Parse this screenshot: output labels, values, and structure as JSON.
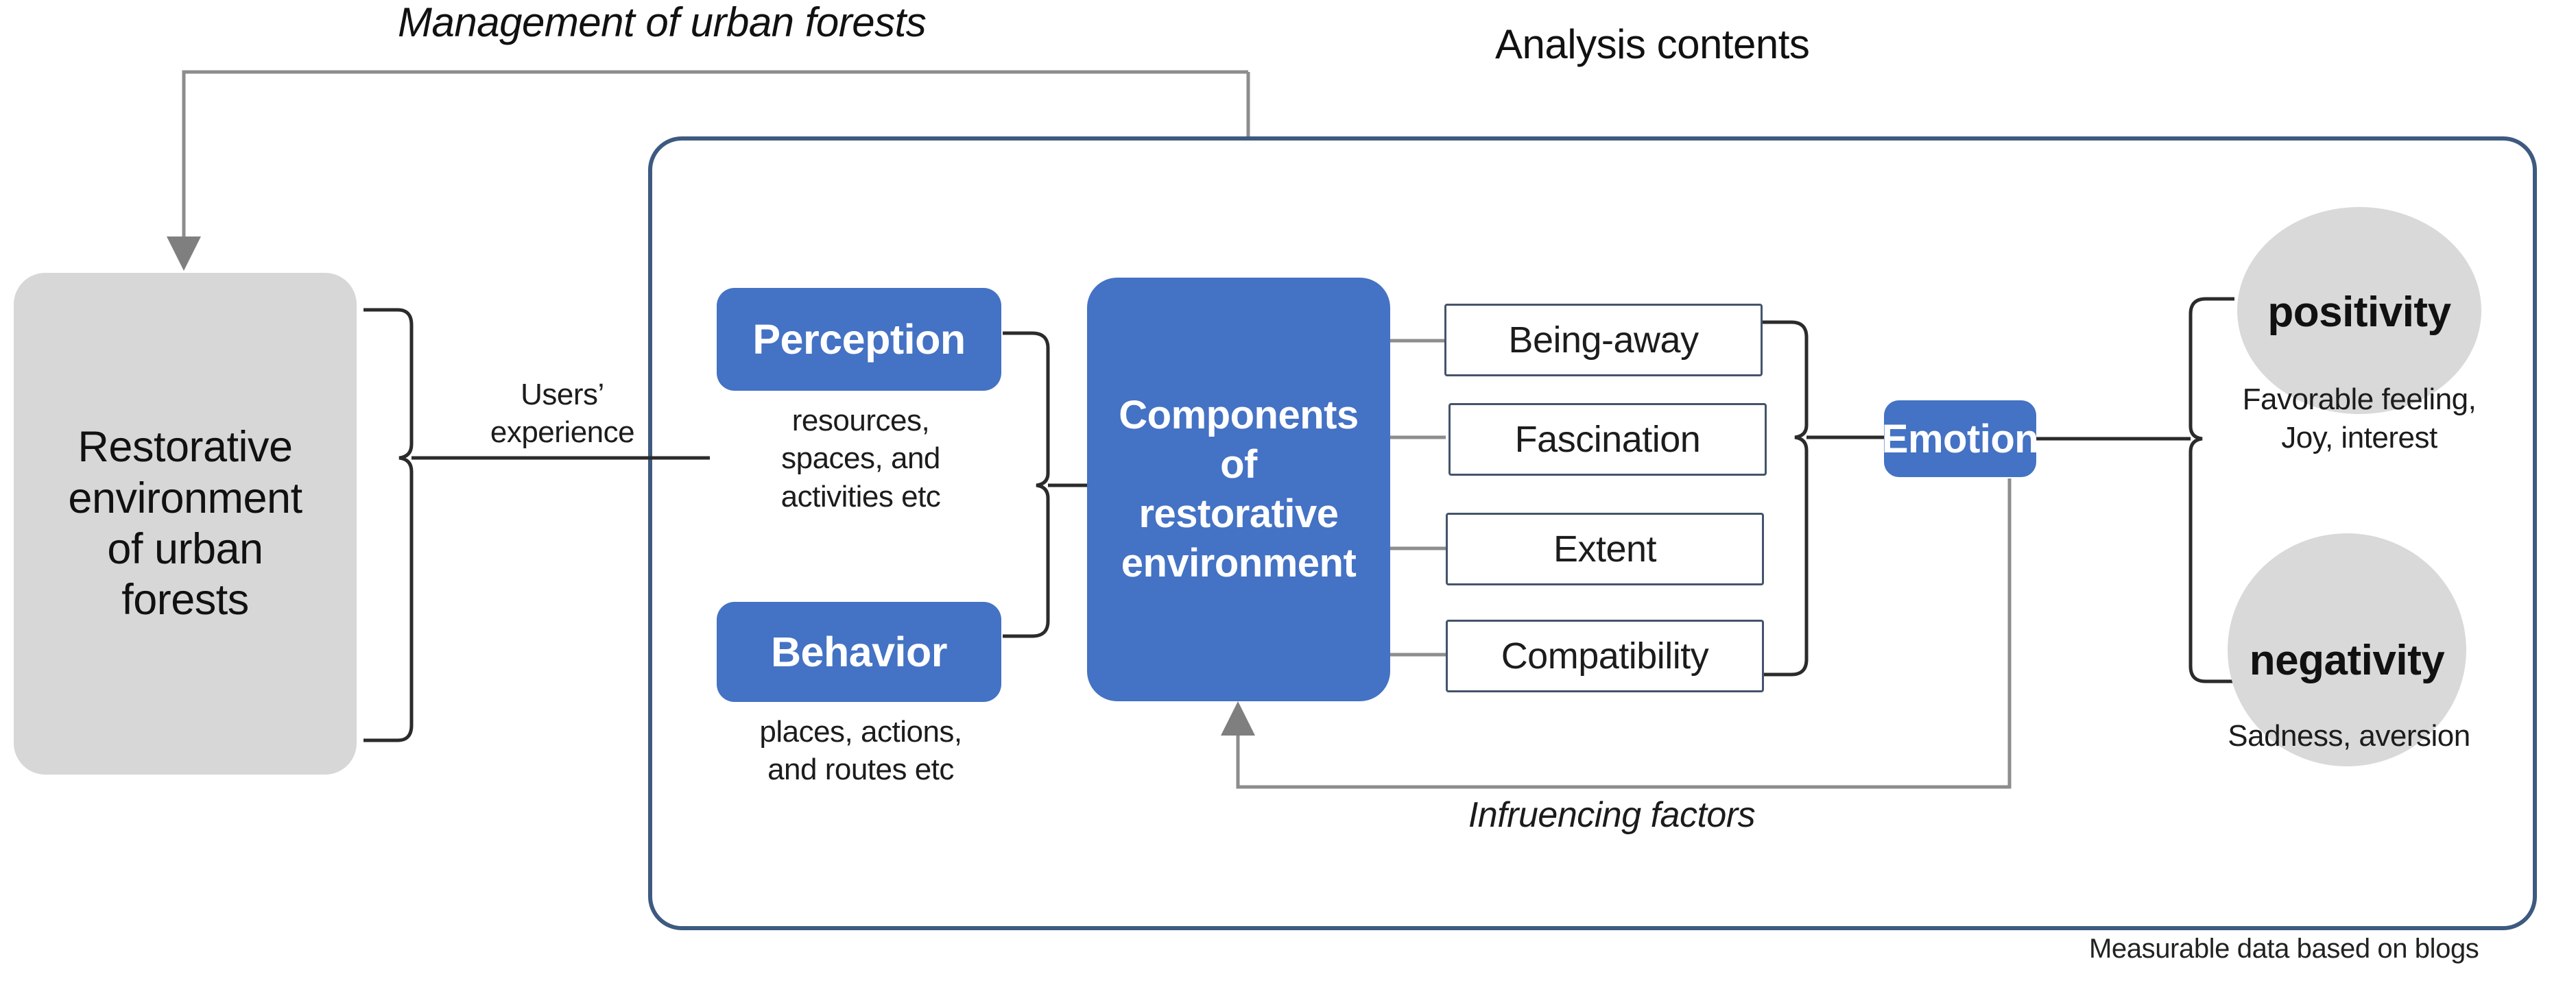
{
  "diagram": {
    "top_label": "Management of urban forests",
    "frame_title": "Analysis contents",
    "bottom_label": "Infruencing factors",
    "footnote": "Measurable data based on blogs",
    "colors": {
      "blue": "#4472c4",
      "gray_box": "#d7d7d7",
      "circle_gray": "#d9d9d9",
      "frame_border": "#3d5a80",
      "white_box_border": "#44546a"
    }
  },
  "source": {
    "label": "Restorative environment of urban forests",
    "lines": [
      "Restorative",
      "environment",
      "of urban",
      "forests"
    ]
  },
  "bridge": {
    "label": "Users' experience",
    "lines": [
      "Users’",
      "experience"
    ]
  },
  "inputs": [
    {
      "title": "Perception",
      "detail": "resources, spaces, and activities etc",
      "detail_lines": [
        "resources,",
        "spaces, and",
        "activities etc"
      ]
    },
    {
      "title": "Behavior",
      "detail": "places, actions, and routes etc",
      "detail_lines": [
        "places, actions,",
        "and routes etc"
      ]
    }
  ],
  "center": {
    "label": "Components of restorative environment",
    "lines": [
      "Components",
      "of",
      "restorative",
      "environment"
    ]
  },
  "components": [
    {
      "label": "Being-away"
    },
    {
      "label": "Fascination"
    },
    {
      "label": "Extent"
    },
    {
      "label": "Compatibility"
    }
  ],
  "emotion": {
    "label": "Emotion"
  },
  "outcomes": [
    {
      "label": "positivity",
      "detail": "Favorable feeling, Joy, interest",
      "detail_lines": [
        "Favorable feeling,",
        "Joy, interest"
      ]
    },
    {
      "label": "negativity",
      "detail": "Sadness, aversion",
      "detail_lines": [
        "Sadness, aversion"
      ]
    }
  ]
}
